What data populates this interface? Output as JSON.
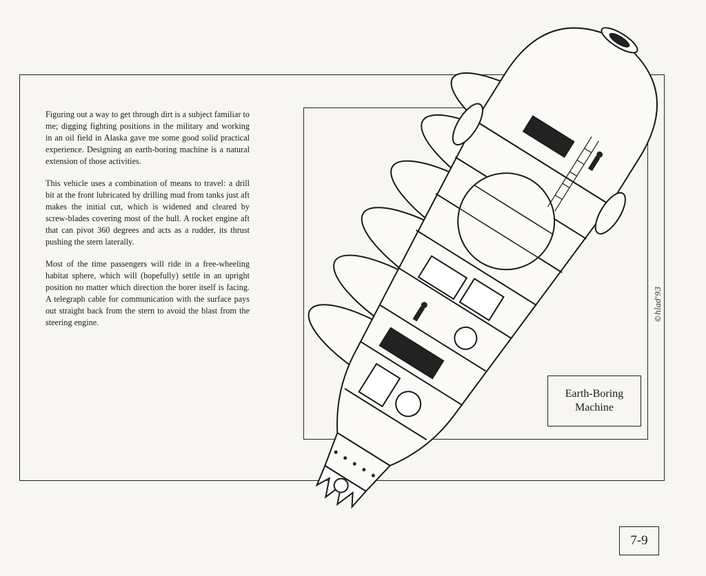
{
  "text": {
    "paragraphs": [
      "Figuring out a way to get through dirt is a subject familiar to me; digging fighting positions in the military and working in an oil field in Alaska gave me some good solid practical experience. Designing an earth-boring machine is a natural extension of those activities.",
      "This vehicle uses a combination of means to travel: a drill bit at the front lubricated by drilling mud from tanks just aft makes the initial cut, which is widened and cleared by screw-blades covering most of the hull. A rocket engine aft that can pivot 360 degrees and acts as a rudder, its thrust pushing the stern laterally.",
      "Most of the time passengers will ride in a free-wheeling habitat sphere, which will (hopefully) settle in an upright position no matter which direction the borer itself is facing. A telegraph cable for communication with the surface pays out straight back from the stern to avoid the blast from the steering engine."
    ]
  },
  "title": {
    "line1": "Earth-Boring",
    "line2": "Machine"
  },
  "page_number": "7-9",
  "signature": "©hlad'93"
}
